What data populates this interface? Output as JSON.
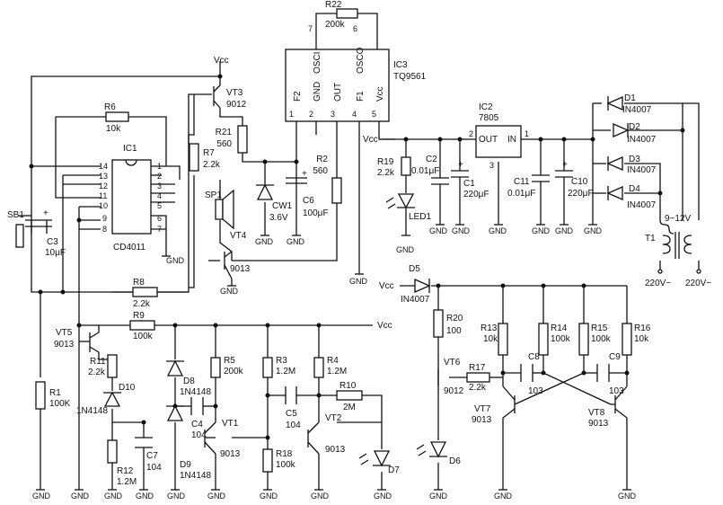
{
  "labels": {
    "vcc": "Vcc",
    "gnd": "GND",
    "ac220": "220V~",
    "ac_secondary": "9~12V",
    "plus": "+"
  },
  "ics": {
    "ic1": {
      "ref": "IC1",
      "part": "CD4011",
      "left_pins": [
        "14",
        "13",
        "12",
        "11",
        "10",
        "9",
        "8"
      ],
      "right_pins": [
        "1",
        "2",
        "3",
        "4",
        "5",
        "6",
        "7"
      ]
    },
    "ic2": {
      "ref": "IC2",
      "part": "7805",
      "in": "IN",
      "out": "OUT",
      "pin_in": "1",
      "pin_out": "2",
      "pin_gnd": "3"
    },
    "ic3": {
      "ref": "IC3",
      "part": "TQ9561",
      "pins": [
        "F2",
        "GND",
        "OUT",
        "F1",
        "Vcc"
      ],
      "pin_nums": [
        "1",
        "2",
        "3",
        "4",
        "5"
      ],
      "top_pins": [
        "OSCI",
        "OSCO"
      ],
      "top_nums": [
        "7",
        "6"
      ]
    }
  },
  "resistors": [
    {
      "ref": "R1",
      "value": "100K"
    },
    {
      "ref": "R2",
      "value": "560"
    },
    {
      "ref": "R3",
      "value": "1.2M"
    },
    {
      "ref": "R4",
      "value": "1.2M"
    },
    {
      "ref": "R5",
      "value": "200k"
    },
    {
      "ref": "R6",
      "value": "10k"
    },
    {
      "ref": "R7",
      "value": "2.2k"
    },
    {
      "ref": "R8",
      "value": "2.2k"
    },
    {
      "ref": "R9",
      "value": "100k"
    },
    {
      "ref": "R10",
      "value": "2M"
    },
    {
      "ref": "R11",
      "value": "2.2k"
    },
    {
      "ref": "R12",
      "value": "1.2M"
    },
    {
      "ref": "R13",
      "value": "10k"
    },
    {
      "ref": "R14",
      "value": "100k"
    },
    {
      "ref": "R15",
      "value": "100k"
    },
    {
      "ref": "R16",
      "value": "10k"
    },
    {
      "ref": "R17",
      "value": "2.2k"
    },
    {
      "ref": "R18",
      "value": "100k"
    },
    {
      "ref": "R19",
      "value": "2.2k"
    },
    {
      "ref": "R20",
      "value": "100"
    },
    {
      "ref": "R21",
      "value": "560"
    },
    {
      "ref": "R22",
      "value": "200k"
    }
  ],
  "capacitors": [
    {
      "ref": "C1",
      "value": "220μF"
    },
    {
      "ref": "C2",
      "value": "0.01μF"
    },
    {
      "ref": "C3",
      "value": "10μF"
    },
    {
      "ref": "C4",
      "value": "104"
    },
    {
      "ref": "C5",
      "value": "104"
    },
    {
      "ref": "C6",
      "value": "100μF"
    },
    {
      "ref": "C7",
      "value": "104"
    },
    {
      "ref": "C8",
      "value": "103"
    },
    {
      "ref": "C9",
      "value": "103"
    },
    {
      "ref": "C10",
      "value": "220μF"
    },
    {
      "ref": "C11",
      "value": "0.01μF"
    }
  ],
  "diodes": [
    {
      "ref": "D1",
      "value": "IN4007"
    },
    {
      "ref": "D2",
      "value": "IN4007"
    },
    {
      "ref": "D3",
      "value": "IN4007"
    },
    {
      "ref": "D4",
      "value": "IN4007"
    },
    {
      "ref": "D5",
      "value": "IN4007"
    },
    {
      "ref": "D6",
      "value": ""
    },
    {
      "ref": "D7",
      "value": ""
    },
    {
      "ref": "D8",
      "value": "1N4148"
    },
    {
      "ref": "D9",
      "value": "1N4148"
    },
    {
      "ref": "D10",
      "value": "1N4148"
    },
    {
      "ref": "CW1",
      "value": "3.6V"
    },
    {
      "ref": "LED1",
      "value": ""
    }
  ],
  "transistors": [
    {
      "ref": "VT1",
      "value": "9013"
    },
    {
      "ref": "VT2",
      "value": "9013"
    },
    {
      "ref": "VT3",
      "value": "9012"
    },
    {
      "ref": "VT4",
      "value": "9013"
    },
    {
      "ref": "VT5",
      "value": "9013"
    },
    {
      "ref": "VT6",
      "value": "9012"
    },
    {
      "ref": "VT7",
      "value": "9013"
    },
    {
      "ref": "VT8",
      "value": "9013"
    }
  ],
  "misc": {
    "sb1": "SB1",
    "sp1": "SP1",
    "t1": "T1"
  }
}
